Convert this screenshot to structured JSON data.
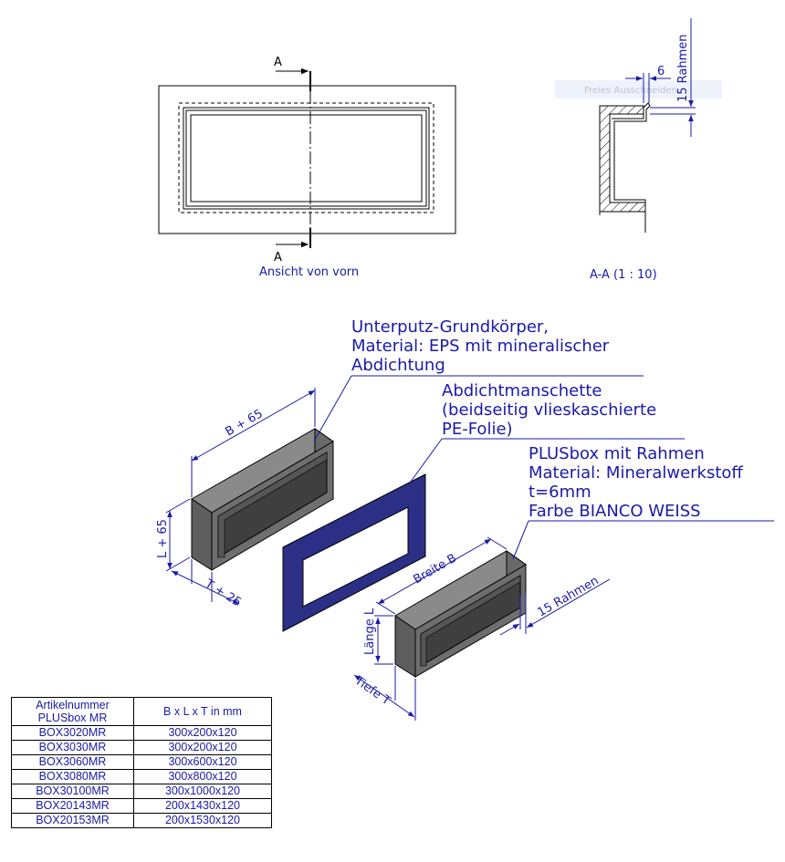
{
  "front_view": {
    "section_marker_top": "A",
    "section_marker_bottom": "A",
    "caption": "Ansicht von vorn"
  },
  "section_view": {
    "dim_6": "6",
    "dim_15_rahmen": "15 Rahmen",
    "ghost_text": "Freies Ausschneiden",
    "caption": "A-A (1 : 10)"
  },
  "callouts": {
    "grundkoerper": [
      "Unterputz-Grundkörper,",
      "Material: EPS mit mineralischer",
      "Abdichtung"
    ],
    "manschette": [
      "Abdichtmanschette",
      "(beidseitig vlieskaschierte",
      "PE-Folie)"
    ],
    "plusbox": [
      "PLUSbox mit Rahmen",
      "Material: Mineralwerkstoff",
      "t=6mm",
      "Farbe BIANCO WEISS"
    ]
  },
  "dimensions": {
    "b65": "B + 65",
    "l65": "L + 65",
    "t25": "T + 25",
    "breite": "Breite B",
    "laenge": "Länge L",
    "tiefe": "Tiefe T",
    "rahmen": "15 Rahmen"
  },
  "table": {
    "header_col1_line1": "Artikelnummer",
    "header_col1_line2": "PLUSbox MR",
    "header_col2": "B x L x T in mm",
    "rows": [
      [
        "BOX3020MR",
        "300x200x120"
      ],
      [
        "BOX3030MR",
        "300x200x120"
      ],
      [
        "BOX3060MR",
        "300x600x120"
      ],
      [
        "BOX3080MR",
        "300x800x120"
      ],
      [
        "BOX30100MR",
        "300x1000x120"
      ],
      [
        "BOX20143MR",
        "200x1430x120"
      ],
      [
        "BOX20153MR",
        "200x1530x120"
      ]
    ]
  },
  "colors": {
    "annotation_blue": "#1a1aa8",
    "line_black": "#000000",
    "box_grey": "#6e6e6e",
    "gasket_navy": "#2b2f86"
  }
}
